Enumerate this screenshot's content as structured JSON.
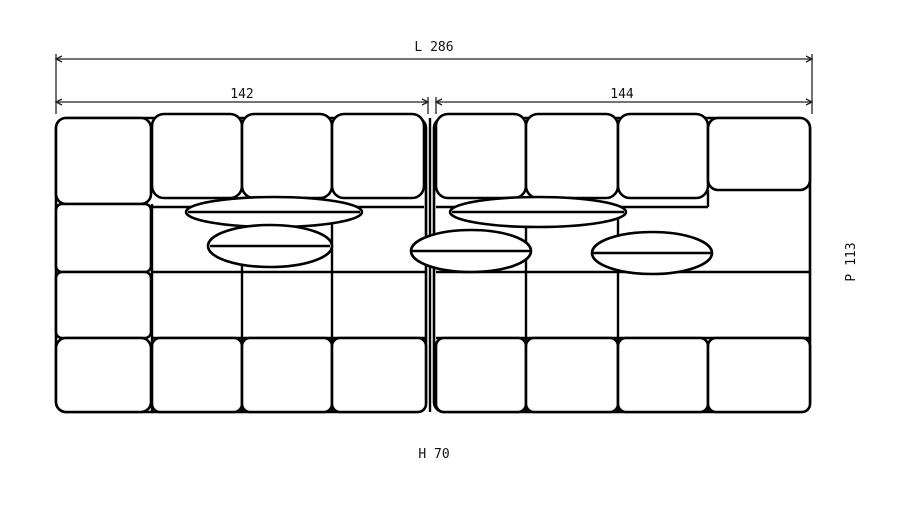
{
  "dimensions": {
    "length_label": "L 286",
    "left_module_label": "142",
    "right_module_label": "144",
    "depth_label": "P 113",
    "height_label": "H 70"
  }
}
